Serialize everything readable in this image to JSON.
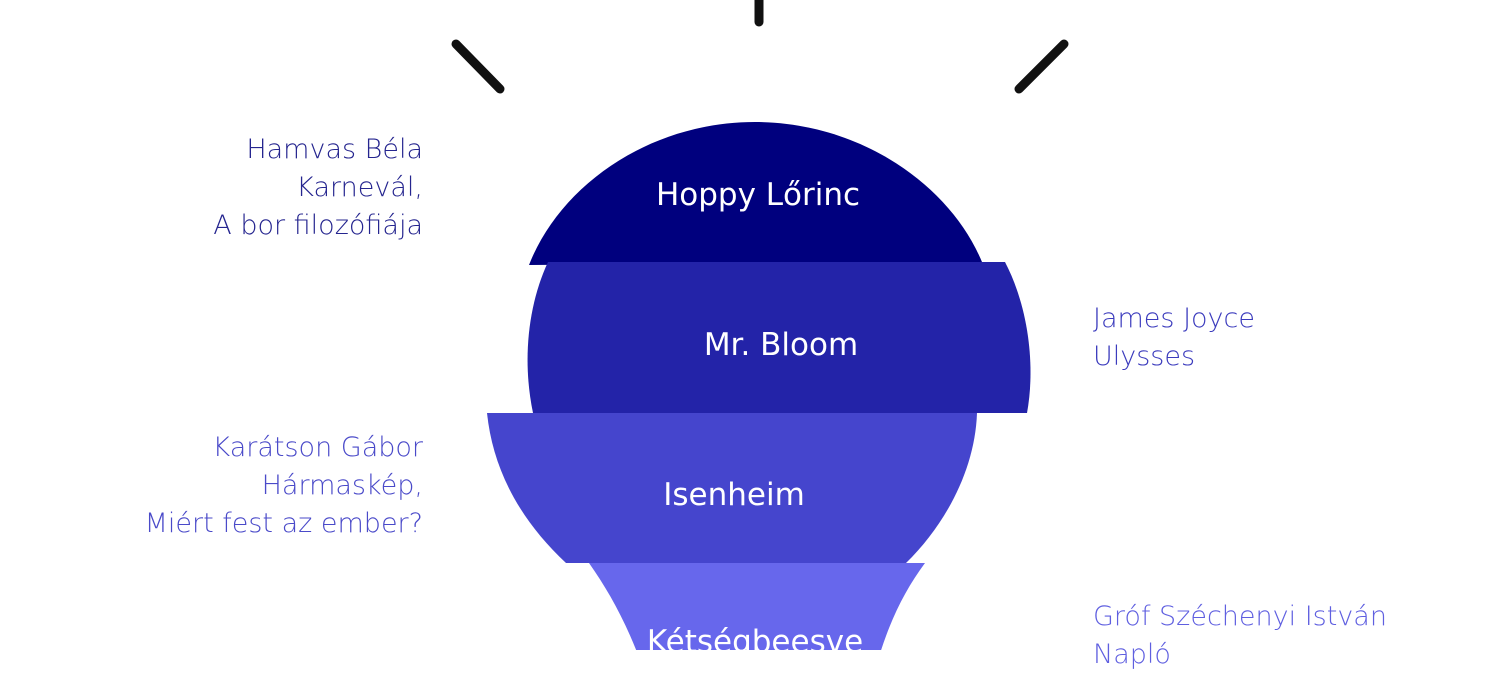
{
  "layers": [
    {
      "label": "Hoppy Lőrinc",
      "color": "#00007e"
    },
    {
      "label": "Mr. Bloom",
      "color": "#2323a8"
    },
    {
      "label": "Isenheim",
      "color": "#4545cd"
    },
    {
      "label": "Kétségbeesve",
      "color": "#6767ec"
    }
  ],
  "notes": {
    "hamvas": {
      "author": "Hamvas Béla",
      "line2": "Karnevál,",
      "line3": "A bor filozófiája",
      "color": "#25258f"
    },
    "joyce": {
      "author": "James Joyce",
      "line2": "Ulysses",
      "color": "#3b3bbd"
    },
    "karatson": {
      "author": "Karátson Gábor",
      "line2": "Hármaskép,",
      "line3": "Miért fest az ember?",
      "color": "#4a4ac9"
    },
    "szechenyi": {
      "author": "Gróf Széchenyi István",
      "line2": "Napló",
      "color": "#5f5fe0"
    }
  },
  "ray_color": "#111111"
}
